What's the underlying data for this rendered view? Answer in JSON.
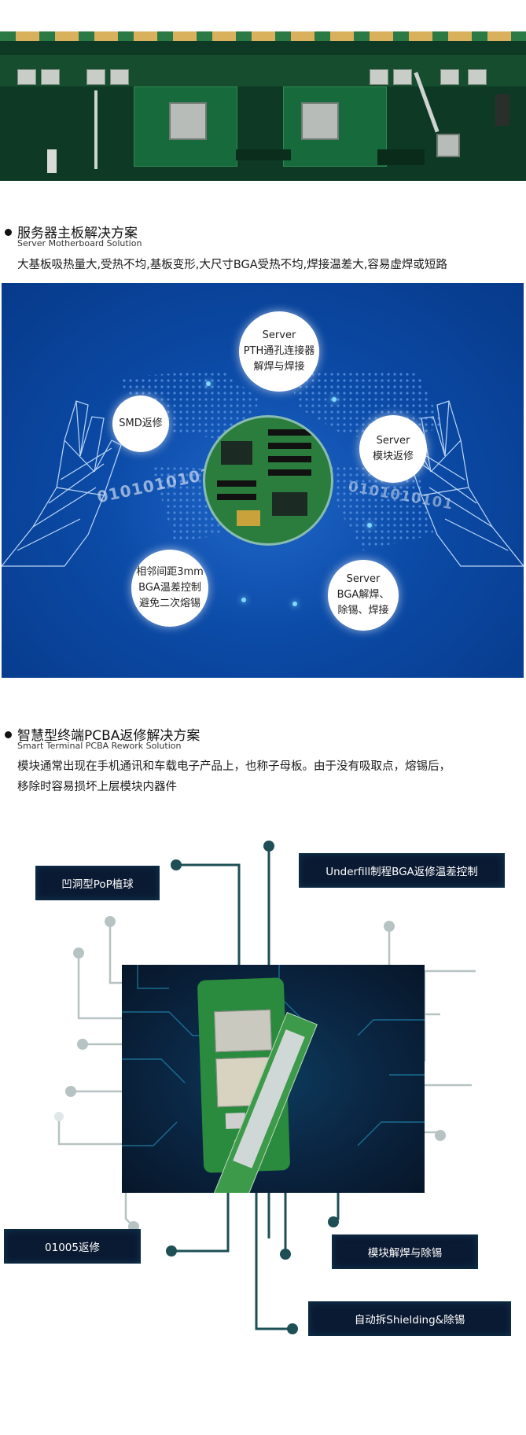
{
  "section1": {
    "title": "服务器主板解决方案",
    "subtitle": "Server Motherboard Solution",
    "description": "大基板吸热量大,受热不均,基板变形,大尺寸BGA受热不均,焊接温差大,容易虚焊或短路",
    "bubbles": {
      "top": [
        "Server",
        "PTH通孔连接器",
        "解焊与焊接"
      ],
      "left": [
        "SMD返修"
      ],
      "right": [
        "Server",
        "模块返修"
      ],
      "bottom_left": [
        "相邻间距3mm",
        "BGA温差控制",
        "避免二次熔锡"
      ],
      "bottom_right": [
        "Server",
        "BGA解焊、",
        "除锡、焊接"
      ]
    },
    "binary_text": "0101010101"
  },
  "section2": {
    "title": "智慧型终端PCBA返修解决方案",
    "subtitle": "Smart Terminal PCBA Rework Solution",
    "description_line1": "模块通常出现在手机通讯和车载电子产品上，也称子母板。由于没有吸取点，熔锡后，",
    "description_line2": "移除时容易损坏上层模块内器件",
    "labels": {
      "pop": "凹洞型PoP植球",
      "underfill": "Underfill制程BGA返修温差控制",
      "r01005": "01005返修",
      "module": "模块解焊与除锡",
      "shielding": "自动拆Shielding&除锡"
    }
  },
  "colors": {
    "panel_blue": "#0b4aa6",
    "pcb_green": "#1e6b3e",
    "label_navy": "#0b1a33",
    "line_teal": "#1d4f55"
  }
}
